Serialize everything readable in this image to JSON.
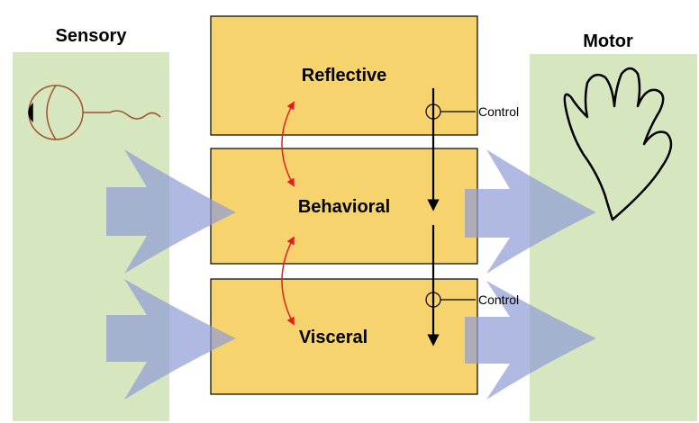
{
  "panels": {
    "sensory": {
      "title": "Sensory"
    },
    "motor": {
      "title": "Motor"
    }
  },
  "layers": [
    {
      "id": "reflective",
      "label": "Reflective"
    },
    {
      "id": "behavioral",
      "label": "Behavioral"
    },
    {
      "id": "visceral",
      "label": "Visceral"
    }
  ],
  "controls": [
    {
      "label": "Control"
    },
    {
      "label": "Control"
    }
  ],
  "icons": {
    "sensory": "eye-icon",
    "motor": "hand-icon"
  },
  "colors": {
    "panel_green": "#d6e7bf",
    "layer_fill": "#f7d36e",
    "layer_stroke": "#000000",
    "flow_arrow": "#8e9bd6",
    "feedback_arrow": "#e02020",
    "eye_stroke": "#a0522d"
  }
}
